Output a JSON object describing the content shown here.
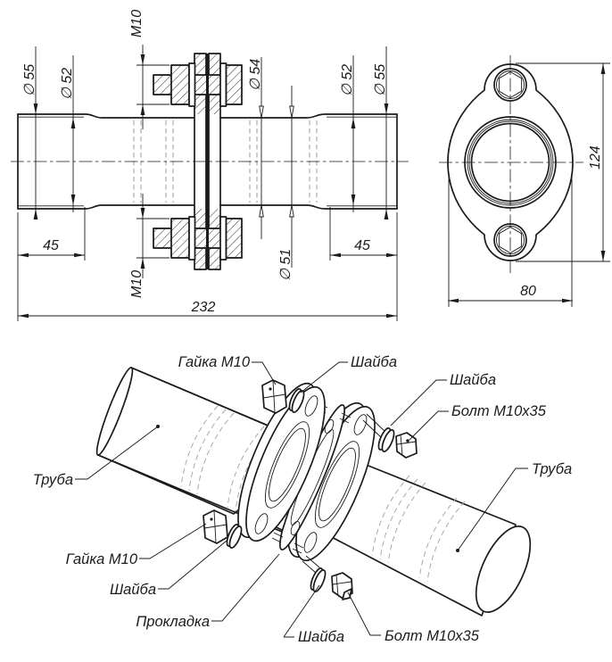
{
  "drawing": {
    "section_view": {
      "dims": {
        "dia55_left": "∅ 55",
        "dia52_left": "∅ 52",
        "m10_top": "M10",
        "dia54": "∅ 54",
        "dia51": "∅ 51",
        "dia52_right": "∅ 52",
        "dia55_right": "∅ 55",
        "len45_left": "45",
        "len45_right": "45",
        "len232": "232",
        "m10_bottom": "M10"
      }
    },
    "flange_view": {
      "dim_height": "124",
      "dim_width": "80"
    },
    "exploded_view": {
      "labels": {
        "nut_top": "Гайка М10",
        "washer_top": "Шайба",
        "washer_right": "Шайба",
        "bolt_right": "Болт М10х35",
        "pipe_left": "Труба",
        "pipe_right": "Труба",
        "nut_bottom": "Гайка М10",
        "washer_bottom_left": "Шайба",
        "gasket": "Прокладка",
        "washer_bottom": "Шайба",
        "bolt_bottom": "Болт М10х35"
      }
    },
    "colors": {
      "line": "#1b1b1b",
      "hidden": "#9a9a9a",
      "background": "#ffffff"
    }
  }
}
